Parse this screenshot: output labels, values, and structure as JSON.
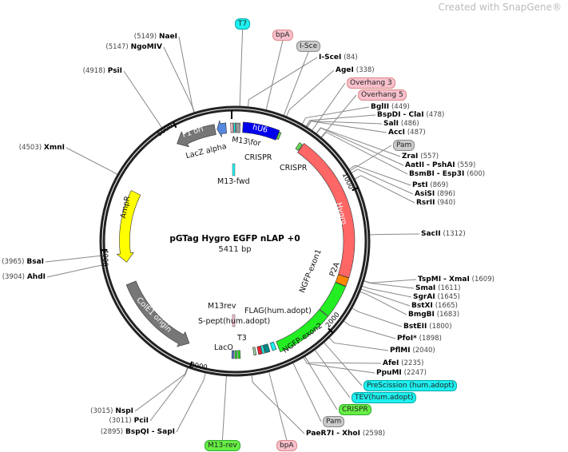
{
  "watermark": "Created with SnapGene®",
  "plasmid": {
    "name": "pGTag Hygro EGFP nLAP +0",
    "length": "5411 bp"
  },
  "ticks": [
    "1000",
    "2000",
    "3000",
    "4000",
    "5000"
  ],
  "enzymes_right": [
    {
      "name": "I-SceI",
      "pos": "(84)"
    },
    {
      "name": "AgeI",
      "pos": "(338)"
    },
    {
      "name": "BglII",
      "pos": "(449)"
    },
    {
      "name": "BspDI - ClaI",
      "pos": "(478)"
    },
    {
      "name": "SalI",
      "pos": "(486)"
    },
    {
      "name": "AccI",
      "pos": "(487)"
    },
    {
      "name": "ZraI",
      "pos": "(557)"
    },
    {
      "name": "AatII - PshAI",
      "pos": "(559)"
    },
    {
      "name": "BsmBI - Esp3I",
      "pos": "(600)"
    },
    {
      "name": "PstI",
      "pos": "(869)"
    },
    {
      "name": "AsiSI",
      "pos": "(896)"
    },
    {
      "name": "RsrII",
      "pos": "(940)"
    },
    {
      "name": "SacII",
      "pos": "(1312)"
    },
    {
      "name": "TspMI - XmaI",
      "pos": "(1609)"
    },
    {
      "name": "SmaI",
      "pos": "(1611)"
    },
    {
      "name": "SgrAI",
      "pos": "(1645)"
    },
    {
      "name": "BstXI",
      "pos": "(1665)"
    },
    {
      "name": "BmgBI",
      "pos": "(1683)"
    },
    {
      "name": "BstEII",
      "pos": "(1800)"
    },
    {
      "name": "PfoI*",
      "pos": "(1898)"
    },
    {
      "name": "PflMI",
      "pos": "(2040)"
    },
    {
      "name": "AfeI",
      "pos": "(2235)"
    },
    {
      "name": "PpuMI",
      "pos": "(2247)"
    },
    {
      "name": "PaeR7I - XhoI",
      "pos": "(2598)"
    }
  ],
  "enzymes_left": [
    {
      "name": "NaeI",
      "pos": "(5149)"
    },
    {
      "name": "NgoMIV",
      "pos": "(5147)"
    },
    {
      "name": "PsiI",
      "pos": "(4918)"
    },
    {
      "name": "XmnI",
      "pos": "(4503)"
    },
    {
      "name": "BsaI",
      "pos": "(3965)"
    },
    {
      "name": "AhdI",
      "pos": "(3904)"
    },
    {
      "name": "NspI",
      "pos": "(3015)"
    },
    {
      "name": "PciI",
      "pos": "(3011)"
    },
    {
      "name": "BspQI - SapI",
      "pos": "(2895)"
    }
  ],
  "pills": [
    {
      "label": "T7",
      "color": "cyan"
    },
    {
      "label": "bpA",
      "color": "pink"
    },
    {
      "label": "I-Sce",
      "color": "gray"
    },
    {
      "label": "Overhang 3",
      "color": "pink"
    },
    {
      "label": "Overhang 5",
      "color": "pink"
    },
    {
      "label": "Pam",
      "color": "gray"
    },
    {
      "label": "PreScission (hum.adopt)",
      "color": "cyan"
    },
    {
      "label": "TEV(hum.adopt)",
      "color": "cyan"
    },
    {
      "label": "CRISPR",
      "color": "green"
    },
    {
      "label": "Pam",
      "color": "gray"
    },
    {
      "label": "bpA",
      "color": "pink"
    },
    {
      "label": "M13-rev",
      "color": "green"
    }
  ],
  "features": {
    "hU6": "hU6",
    "hygro": "Hygro",
    "f1ori": "F1 ori",
    "ampr": "AmpR",
    "cole1": "ColE1 origin",
    "lacz": "LacZ alpha",
    "m13for": "M13\\for",
    "crispr1": "CRISPR",
    "crispr2": "CRISPR",
    "m13fwd": "M13-fwd",
    "m13rev": "M13rev",
    "t3": "T3",
    "laco": "LacO",
    "flag": "FLAG(hum.adopt)",
    "spept": "S-pept(hum.adopt)",
    "ngfp1": "NGFP-exon1",
    "p2a": "P2A",
    "ngfp2": "NGFP-exon2"
  },
  "colors": {
    "hU6": "#0000ee",
    "hygro": "#ff6666",
    "p2a": "#ff8800",
    "ngfp": "#22ee22",
    "ampr": "#ffff00",
    "ori": "#777777",
    "lacz": "#5588dd"
  }
}
